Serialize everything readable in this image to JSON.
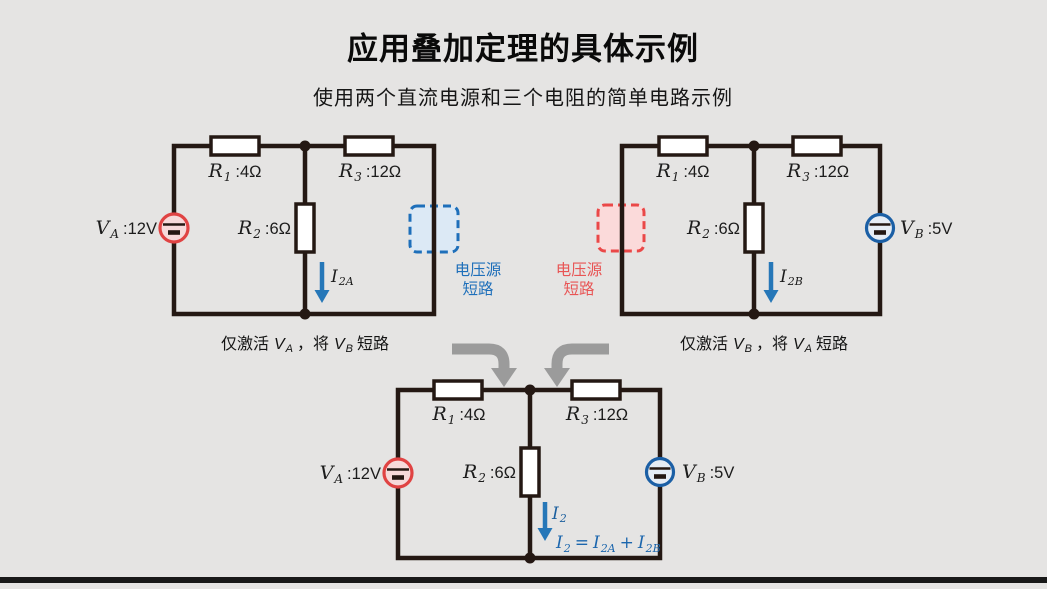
{
  "title": "应用叠加定理的具体示例",
  "subtitle": "使用两个直流电源和三个电阻的简单电路示例",
  "components": {
    "r1": {
      "sym": "R",
      "sub": "1",
      "val": ":4Ω"
    },
    "r2": {
      "sym": "R",
      "sub": "2",
      "val": ":6Ω"
    },
    "r3": {
      "sym": "R",
      "sub": "3",
      "val": ":12Ω"
    },
    "va": {
      "sym": "V",
      "sub": "A",
      "val": ":12V"
    },
    "vb": {
      "sym": "V",
      "sub": "B",
      "val": ":5V"
    }
  },
  "circuit_a": {
    "current": {
      "sym": "I",
      "sub": "2A"
    },
    "short_note": {
      "line1": "电压源",
      "line2": "短路"
    },
    "caption": {
      "pre": "仅激活",
      "v1": {
        "sym": "V",
        "sub": "A"
      },
      "mid": "，将",
      "v2": {
        "sym": "V",
        "sub": "B"
      },
      "post": "短路"
    }
  },
  "circuit_b": {
    "current": {
      "sym": "I",
      "sub": "2B"
    },
    "short_note": {
      "line1": "电压源",
      "line2": "短路"
    },
    "caption": {
      "pre": "仅激活",
      "v1": {
        "sym": "V",
        "sub": "B"
      },
      "mid": "，将",
      "v2": {
        "sym": "V",
        "sub": "A"
      },
      "post": "短路"
    }
  },
  "circuit_sum": {
    "current": {
      "sym": "I",
      "sub": "2"
    },
    "equation": {
      "lhs": {
        "sym": "I",
        "sub": "2"
      },
      "eq": "=",
      "t1": {
        "sym": "I",
        "sub": "2A"
      },
      "plus": "+",
      "t2": {
        "sym": "I",
        "sub": "2B"
      }
    }
  },
  "colors": {
    "background": "#e5e4e3",
    "wire": "#241813",
    "source_va_stroke": "#e04343",
    "source_va_fill": "#f6dada",
    "source_vb_stroke": "#1b5fa5",
    "source_vb_fill": "#e6edf5",
    "short_box_blue_stroke": "#1e6fba",
    "short_box_blue_fill": "#dce9f5",
    "short_box_red_stroke": "#ea4848",
    "short_box_red_fill": "#fbdada",
    "note_blue": "#1e6fba",
    "note_red": "#e85555",
    "current_arrow": "#2677b8",
    "equation_blue": "#1c66ad",
    "merge_arrow_gray": "#9b9b9b",
    "bottom_bar": "#191919"
  }
}
